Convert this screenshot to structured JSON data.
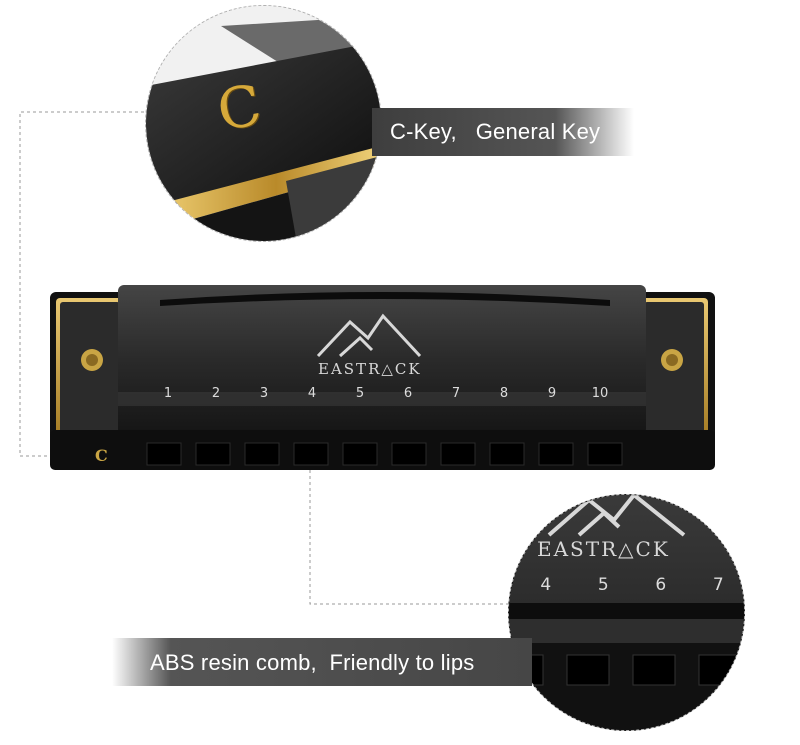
{
  "callouts": {
    "key": "C-Key,   General Key",
    "comb": "ABS resin comb,  Friendly to lips"
  },
  "harmonica": {
    "brand": "EASTR△CK",
    "key_letter": "C",
    "hole_numbers": [
      "1",
      "2",
      "3",
      "4",
      "5",
      "6",
      "7",
      "8",
      "9",
      "10"
    ]
  },
  "zoom_top": {
    "key_letter": "C"
  },
  "zoom_bottom": {
    "brand": "EASTR△CK",
    "hole_numbers": [
      "4",
      "5",
      "6",
      "7"
    ]
  },
  "colors": {
    "body": "#1b1b1b",
    "cover": "#2c2c2c",
    "gold": "#c9a544",
    "label_bar": "#4a4a4a",
    "engrave": "#d8d8d8"
  }
}
